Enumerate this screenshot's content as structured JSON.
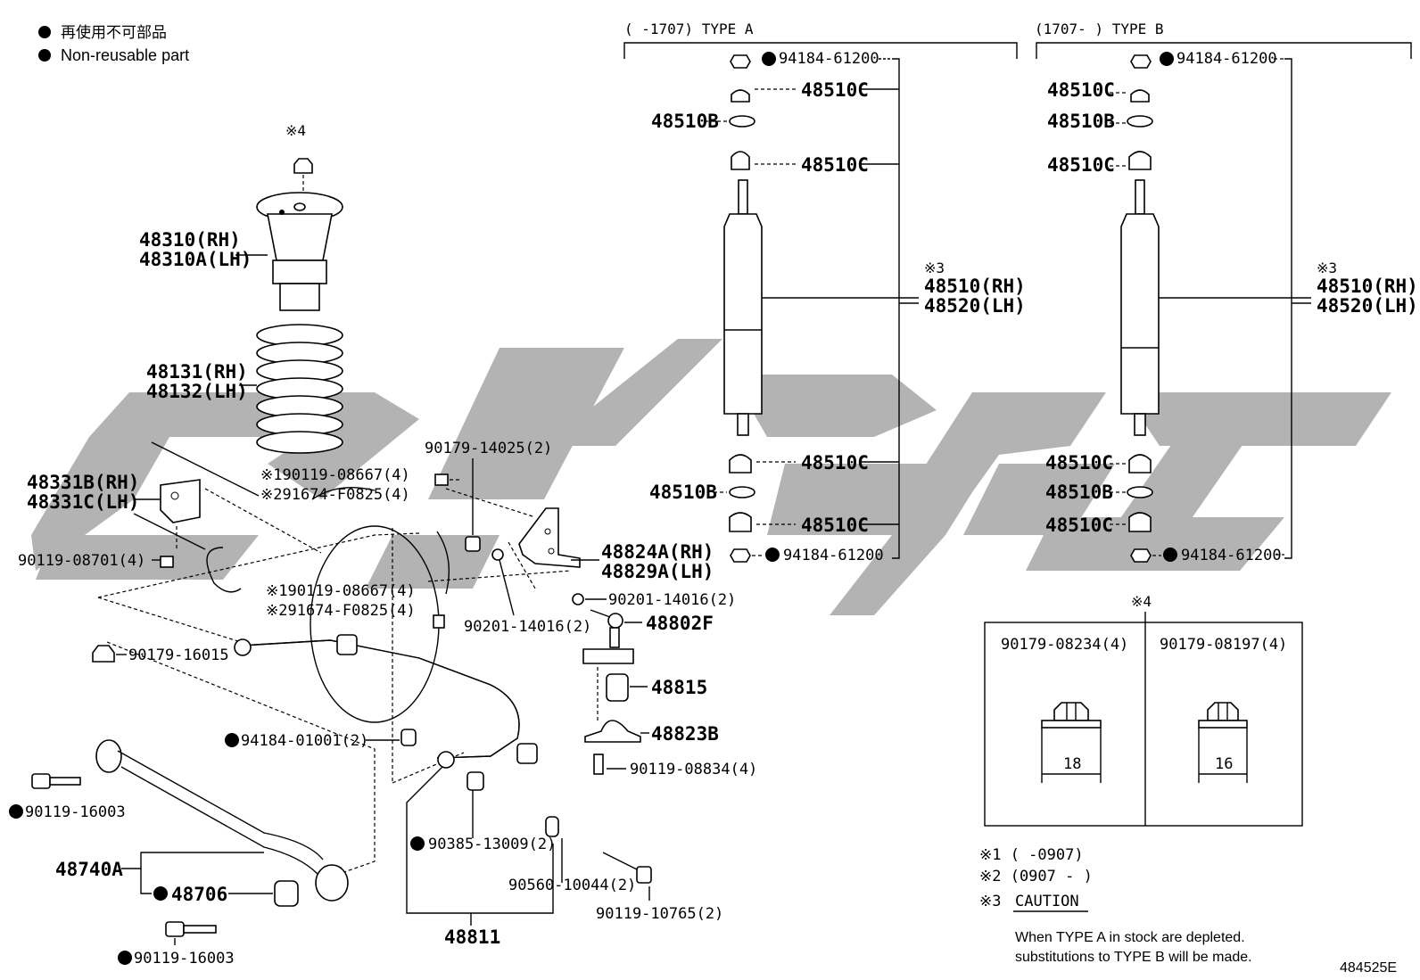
{
  "legend": {
    "bullet": "●",
    "jp": "再使用不可部品",
    "en": "Non-reusable part"
  },
  "type_a": {
    "header": "(     -1707) TYPE A"
  },
  "type_b": {
    "header": "(1707-     ) TYPE B"
  },
  "note_marks": {
    "n3a": "※3",
    "n3b": "※3",
    "n4_top": "※4",
    "n4_box": "※4"
  },
  "labels": {
    "p48310": "48310(RH)",
    "p48310a": "48310A(LH)",
    "p48131": "48131(RH)",
    "p48132": "48132(LH)",
    "p48331b": "48331B(RH)",
    "p48331c": "48331C(LH)",
    "p90119_08701": "90119-08701(4)",
    "p90119_08667a": "※190119-08667(4)",
    "p91674_a": "※291674-F0825(4)",
    "p90179_14025": "90179-14025(2)",
    "p48824a": "48824A(RH)",
    "p48829a": "48829A(LH)",
    "p90119_08667b": "※190119-08667(4)",
    "p91674_b": "※291674-F0825(4)",
    "p90201_a": "90201-14016(2)",
    "p90201_b": "90201-14016(2)",
    "p48802f": "48802F",
    "p90179_16015": "90179-16015",
    "p48815": "48815",
    "p94184_01001": "94184-01001(2)",
    "p48823b": "48823B",
    "p90119_08834": "90119-08834(4)",
    "p90119_16003a": "90119-16003",
    "p48740a": "48740A",
    "p48706": "48706",
    "p90385": "90385-13009(2)",
    "p90560": "90560-10044(2)",
    "p90119_10765": "90119-10765(2)",
    "p48811": "48811",
    "p90119_16003b": "90119-16003",
    "a_94184_top": "94184-61200",
    "a_48510c_1": "48510C",
    "a_48510b_1": "48510B",
    "a_48510c_2": "48510C",
    "a_48510rh": "48510(RH)",
    "a_48520lh": "48520(LH)",
    "a_48510c_3": "48510C",
    "a_48510b_2": "48510B",
    "a_48510c_4": "48510C",
    "a_94184_bot": "94184-61200",
    "b_94184_top": "94184-61200",
    "b_48510c_1": "48510C",
    "b_48510b_1": "48510B",
    "b_48510c_2": "48510C",
    "b_48510rh": "48510(RH)",
    "b_48520lh": "48520(LH)",
    "b_48510c_3": "48510C",
    "b_48510b_2": "48510B",
    "b_48510c_4": "48510C",
    "b_94184_bot": "94184-61200"
  },
  "nut_box": {
    "left_part": "90179-08234(4)",
    "right_part": "90179-08197(4)",
    "left_dim": "18",
    "right_dim": "16"
  },
  "notes": {
    "n1": "※1 (        -0907)",
    "n2": "※2 (0907 -        )",
    "n3_mark": "※3",
    "n3_title": "CAUTION",
    "n3_line1": "When TYPE A in stock are depleted.",
    "n3_line2": "substitutions to TYPE B will be made."
  },
  "figure_code": "484525E"
}
